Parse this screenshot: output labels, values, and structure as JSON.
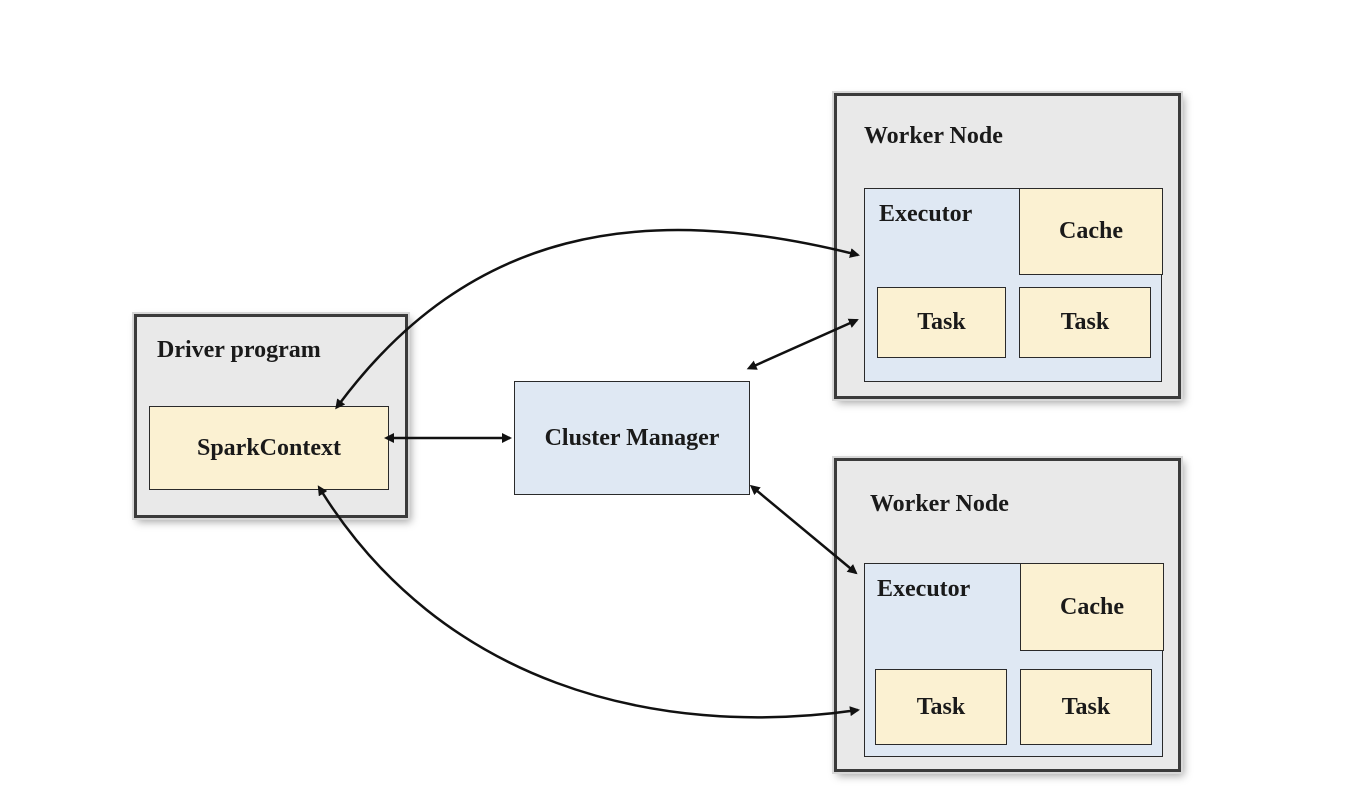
{
  "driver": {
    "title": "Driver program",
    "spark_context": "SparkContext"
  },
  "cluster_manager": {
    "label": "Cluster Manager"
  },
  "worker_nodes": [
    {
      "title": "Worker Node",
      "executor": "Executor",
      "cache": "Cache",
      "tasks": [
        "Task",
        "Task"
      ]
    },
    {
      "title": "Worker Node",
      "executor": "Executor",
      "cache": "Cache",
      "tasks": [
        "Task",
        "Task"
      ]
    }
  ],
  "colors": {
    "node_background": "#e9e9e9",
    "executor_blue": "#dfe8f3",
    "task_yellow": "#fbf1d2",
    "border": "#2a2a2a"
  }
}
